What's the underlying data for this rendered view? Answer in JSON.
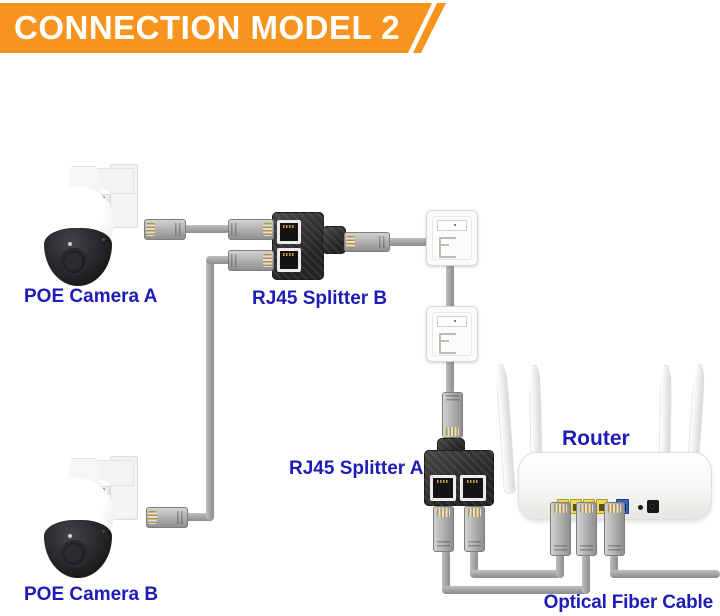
{
  "banner": {
    "title": "CONNECTION MODEL 2",
    "background_color": "#F7941D",
    "text_color": "#FFFFFF"
  },
  "labels": {
    "camera_a": "POE Camera A",
    "camera_b": "POE Camera B",
    "splitter_b": "RJ45 Splitter B",
    "splitter_a": "RJ45 Splitter A",
    "router": "Router",
    "fiber": "Optical Fiber Cable"
  },
  "colors": {
    "label_blue": "#1E1CB8",
    "cable_gray": "#A3A3A3",
    "splitter_body_black": "#2B2B2B",
    "router_lan_port_yellow": "#EED94F",
    "router_wan_port_blue": "#2F62C4"
  },
  "devices": {
    "camera_count": 2,
    "splitter_count": 2,
    "wall_outlet_count": 2,
    "router_antenna_count": 4,
    "router_lan_ports": 4,
    "router_wan_ports": 1
  },
  "connections": [
    "POE Camera A -> RJ45 Splitter B port 1",
    "POE Camera B -> RJ45 Splitter B port 2",
    "RJ45 Splitter B -> wall outlet (top)",
    "Wall outlet (top) -> wall outlet (bottom)",
    "Wall outlet (bottom) -> RJ45 Splitter A input",
    "RJ45 Splitter A port 1 -> Router LAN port",
    "RJ45 Splitter A port 2 -> Router LAN port",
    "Router -> Optical Fiber Cable"
  ]
}
